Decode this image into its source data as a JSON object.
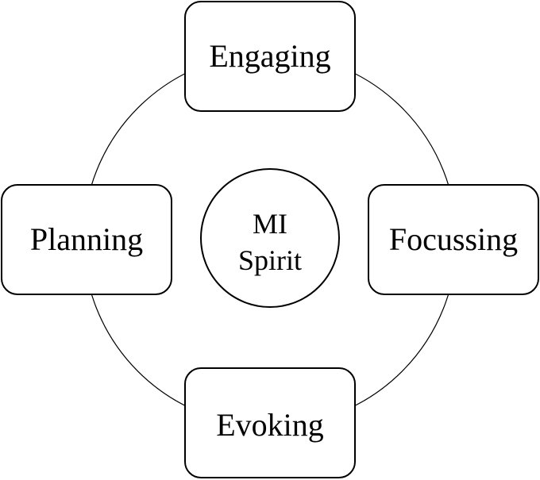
{
  "diagram": {
    "center": {
      "line1": "MI",
      "line2": "Spirit"
    },
    "nodes": {
      "engaging": "Engaging",
      "focussing": "Focussing",
      "evoking": "Evoking",
      "planning": "Planning"
    }
  },
  "colors": {
    "stroke": "#000000",
    "fill": "#ffffff",
    "text": "#000000"
  }
}
